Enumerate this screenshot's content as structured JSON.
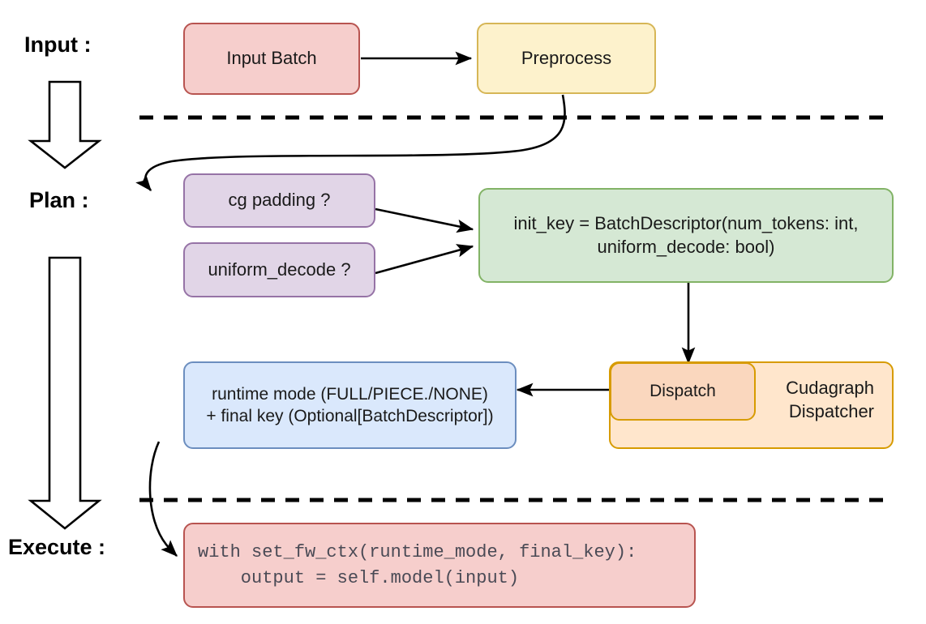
{
  "diagram": {
    "title_not_shown": "",
    "stages": [
      {
        "id": "input",
        "label": "Input :"
      },
      {
        "id": "plan",
        "label": "Plan :"
      },
      {
        "id": "execute",
        "label": "Execute :"
      }
    ],
    "nodes": [
      {
        "id": "input-batch",
        "label": "Input Batch",
        "fill": "#f6cecc",
        "stroke": "#b85450"
      },
      {
        "id": "preprocess",
        "label": "Preprocess",
        "fill": "#fdf2cc",
        "stroke": "#d6b656"
      },
      {
        "id": "cg-padding",
        "label": "cg padding ?",
        "fill": "#e1d5e7",
        "stroke": "#9673a6"
      },
      {
        "id": "uniform-decode",
        "label": "uniform_decode ?",
        "fill": "#e1d5e7",
        "stroke": "#9673a6"
      },
      {
        "id": "init-key",
        "label_line1": "init_key = BatchDescriptor(num_tokens: int,",
        "label_line2": "uniform_decode: bool)",
        "fill": "#d5e8d4",
        "stroke": "#82b366"
      },
      {
        "id": "cudagraph-dispatcher",
        "label_line1": "Cudagraph",
        "label_line2": "Dispatcher",
        "fill": "#ffe6cc",
        "stroke": "#d79b00"
      },
      {
        "id": "dispatch",
        "label": "Dispatch",
        "fill": "#fad7be",
        "stroke": "#d79b00"
      },
      {
        "id": "runtime-mode",
        "label_line1": "runtime mode (FULL/PIECE./NONE)",
        "label_line2": "+ final key (Optional[BatchDescriptor])",
        "fill": "#dae8fc",
        "stroke": "#6c8ebf"
      },
      {
        "id": "execute-code",
        "label_line1": "with set_fw_ctx(runtime_mode, final_key):",
        "label_line2": "    output = self.model(input)",
        "fill": "#f6cecc",
        "stroke": "#b85450"
      }
    ],
    "separators": [
      {
        "id": "separator-input-plan",
        "style": "dashed"
      },
      {
        "id": "separator-plan-execute",
        "style": "dashed"
      }
    ],
    "connectors": [
      {
        "id": "input-batch-to-preprocess",
        "from": "input-batch",
        "to": "preprocess"
      },
      {
        "id": "preprocess-to-cg-padding",
        "from": "preprocess",
        "to": "cg-padding"
      },
      {
        "id": "cg-padding-to-init-key",
        "from": "cg-padding",
        "to": "init-key"
      },
      {
        "id": "uniform-decode-to-init-key",
        "from": "uniform-decode",
        "to": "init-key"
      },
      {
        "id": "init-key-to-dispatch",
        "from": "init-key",
        "to": "dispatch"
      },
      {
        "id": "dispatch-to-runtime-mode",
        "from": "dispatch",
        "to": "runtime-mode"
      },
      {
        "id": "runtime-mode-to-execute-code",
        "from": "runtime-mode",
        "to": "execute-code"
      }
    ],
    "flow_arrows": [
      {
        "id": "stage-arrow-input-to-plan"
      },
      {
        "id": "stage-arrow-plan-to-execute"
      }
    ],
    "colors": {
      "line": "#000000",
      "background": "#ffffff",
      "code_text": "#4a4a55"
    }
  }
}
